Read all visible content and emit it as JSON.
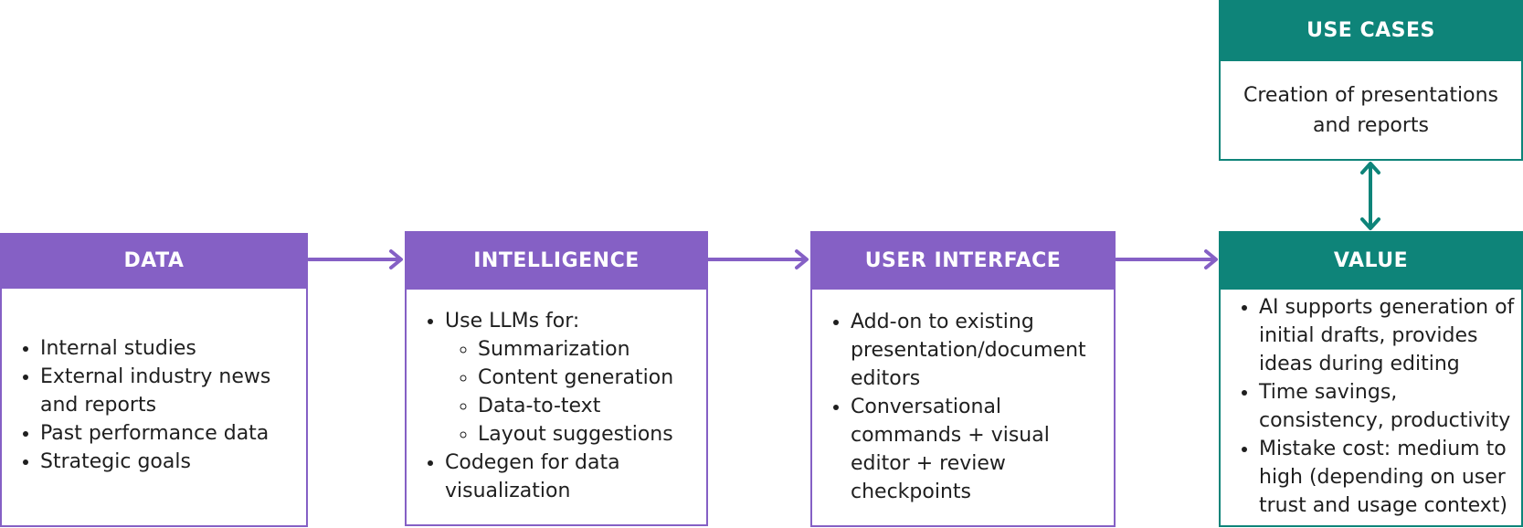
{
  "colors": {
    "purple": "#8560c5",
    "teal": "#0e8479"
  },
  "data": {
    "title": "DATA",
    "items": [
      "Internal studies",
      "External industry news and reports",
      "Past performance data",
      "Strategic goals"
    ]
  },
  "intelligence": {
    "title": "INTELLIGENCE",
    "items": [
      {
        "text": "Use LLMs for:",
        "subitems": [
          "Summarization",
          "Content generation",
          "Data-to-text",
          "Layout suggestions"
        ]
      },
      {
        "text": "Codegen for data visualization"
      }
    ]
  },
  "user_interface": {
    "title": "USER INTERFACE",
    "items": [
      "Add-on to existing presentation/document editors",
      "Conversational commands + visual editor + review checkpoints"
    ]
  },
  "value": {
    "title": "VALUE",
    "items": [
      "AI supports generation of initial drafts, provides ideas during editing",
      "Time savings, consistency, productivity",
      "Mistake cost: medium to high (depending on user trust and usage context)"
    ]
  },
  "use_cases": {
    "title": "USE CASES",
    "text": "Creation of presentations and reports"
  }
}
